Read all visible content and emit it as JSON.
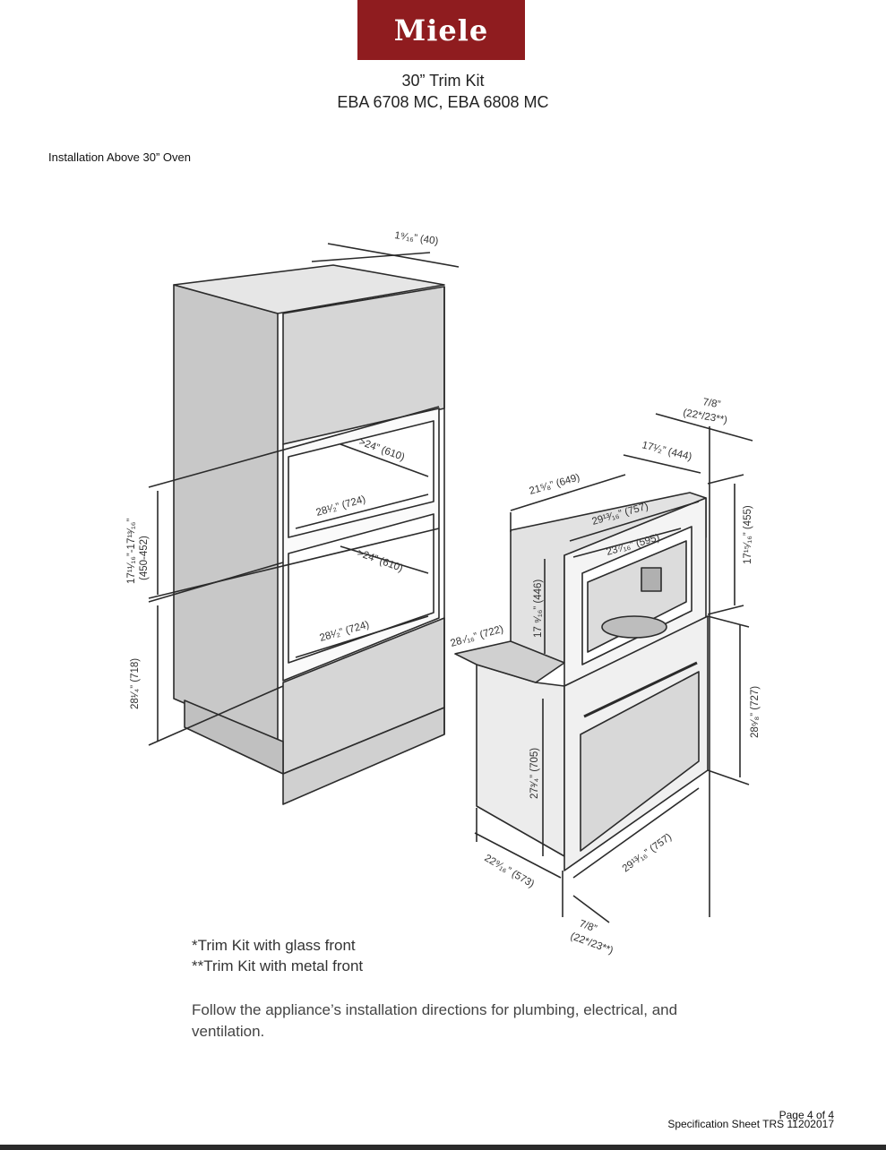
{
  "brand": {
    "name": "Miele",
    "color": "#8f1c1f"
  },
  "header": {
    "title_line1": "30” Trim Kit",
    "title_line2": "EBA 6708 MC, EBA 6808 MC"
  },
  "section_title": "Installation Above 30” Oven",
  "dimensions": {
    "top_depth": "1⁹⁄₁₆” (40)",
    "depth_upper": ">24” (610)",
    "width_upper": "28¹⁄₂” (724)",
    "depth_lower": ">24” (610)",
    "width_lower": "28¹⁄₂” (724)",
    "niche_height": "17¹¹⁄₁₆”-17¹³⁄₁₆”",
    "niche_height_mm": "(450-452)",
    "oven_height_cabinet": "28¹⁄₄” (718)",
    "trim_side_top": "7/8”",
    "trim_side_top_mm": "(22*/23**)",
    "appliance_depth": "17¹⁄₂” (444)",
    "appliance_total_depth": "21⁵⁄₈” (649)",
    "trim_width": "29¹³⁄₁₆” (757)",
    "appliance_width": "23⁷⁄₁₆” (595)",
    "trim_height": "17¹⁵⁄₁₆” (455)",
    "appliance_height": "17 ⁹⁄₁₆” (446)",
    "niche_width": "28·⁄₁₆” (722)",
    "oven_body_height": "27³⁄₄” (705)",
    "oven_front_height": "28⁶⁄₈” (727)",
    "oven_depth": "22⁹⁄₁₆” (573)",
    "oven_width": "29¹³⁄₁₆” (757)",
    "trim_side_bottom": "7/8”",
    "trim_side_bottom_mm": "(22*/23**)"
  },
  "notes": {
    "glass": "*Trim Kit with glass front",
    "metal": "**Trim Kit with metal front",
    "follow": "Follow the appliance’s installation directions for plumbing, electrical, and ventilation."
  },
  "footer": {
    "page": "Page 4 of 4",
    "sheet": "Specification Sheet TRS 11202017"
  }
}
